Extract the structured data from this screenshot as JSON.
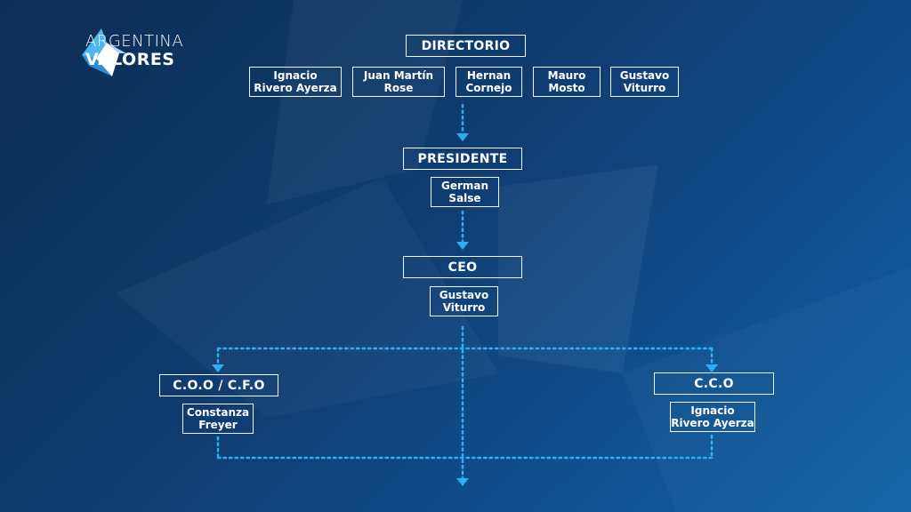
{
  "brand": {
    "line1": "ARGENTINA",
    "line2": "VALORES",
    "colors": {
      "accent": "#29b0f0",
      "logo_light": "#4bb8f2",
      "logo_white": "#ffffff"
    }
  },
  "org": {
    "directorio": {
      "title": "DIRECTORIO",
      "members": [
        "Ignacio\nRivero Ayerza",
        "Juan Martín\nRose",
        "Hernan\nCornejo",
        "Mauro\nMosto",
        "Gustavo\nViturro"
      ]
    },
    "presidente": {
      "title": "PRESIDENTE",
      "name": "German\nSalse"
    },
    "ceo": {
      "title": "CEO",
      "name": "Gustavo\nViturro"
    },
    "coo": {
      "title": "C.O.O / C.F.O",
      "name": "Constanza\nFreyer"
    },
    "cco": {
      "title": "C.C.O",
      "name": "Ignacio\nRivero Ayerza"
    }
  }
}
